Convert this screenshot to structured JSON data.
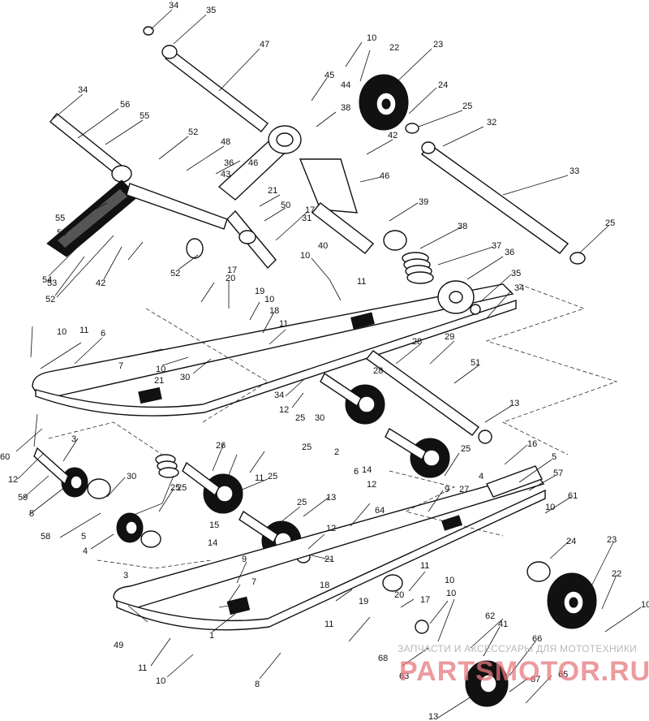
{
  "watermark": {
    "tagline": "ЗАПЧАСТИ И АКСЕССУАРЫ ДЛЯ МОТОТЕХНИКИ",
    "brand": "PARTSMOTOR.RU"
  },
  "callouts": [
    "34",
    "35",
    "47",
    "10",
    "22",
    "23",
    "45",
    "44",
    "24",
    "38",
    "25",
    "32",
    "34",
    "56",
    "55",
    "52",
    "48",
    "36",
    "46",
    "43",
    "42",
    "33",
    "46",
    "21",
    "50",
    "55",
    "53",
    "39",
    "31",
    "17",
    "40",
    "38",
    "25",
    "54",
    "53",
    "52",
    "42",
    "52",
    "10",
    "37",
    "36",
    "17",
    "20",
    "11",
    "35",
    "19",
    "10",
    "34",
    "18",
    "10",
    "11",
    "6",
    "11",
    "10",
    "30",
    "28",
    "29",
    "51",
    "7",
    "21",
    "34",
    "12",
    "25",
    "30",
    "28",
    "13",
    "25",
    "2",
    "60",
    "3",
    "12",
    "25",
    "14",
    "6",
    "16",
    "5",
    "59",
    "30",
    "25",
    "12",
    "26",
    "11",
    "4",
    "57",
    "5",
    "25",
    "25",
    "9",
    "27",
    "61",
    "58",
    "5",
    "15",
    "13",
    "64",
    "10",
    "4",
    "14",
    "25",
    "12",
    "21",
    "24",
    "23",
    "3",
    "11",
    "10",
    "22",
    "7",
    "9",
    "18",
    "17",
    "20",
    "10",
    "49",
    "11",
    "19",
    "62",
    "68",
    "41",
    "66",
    "10",
    "67",
    "65",
    "11",
    "10",
    "1",
    "8",
    "63",
    "13"
  ]
}
